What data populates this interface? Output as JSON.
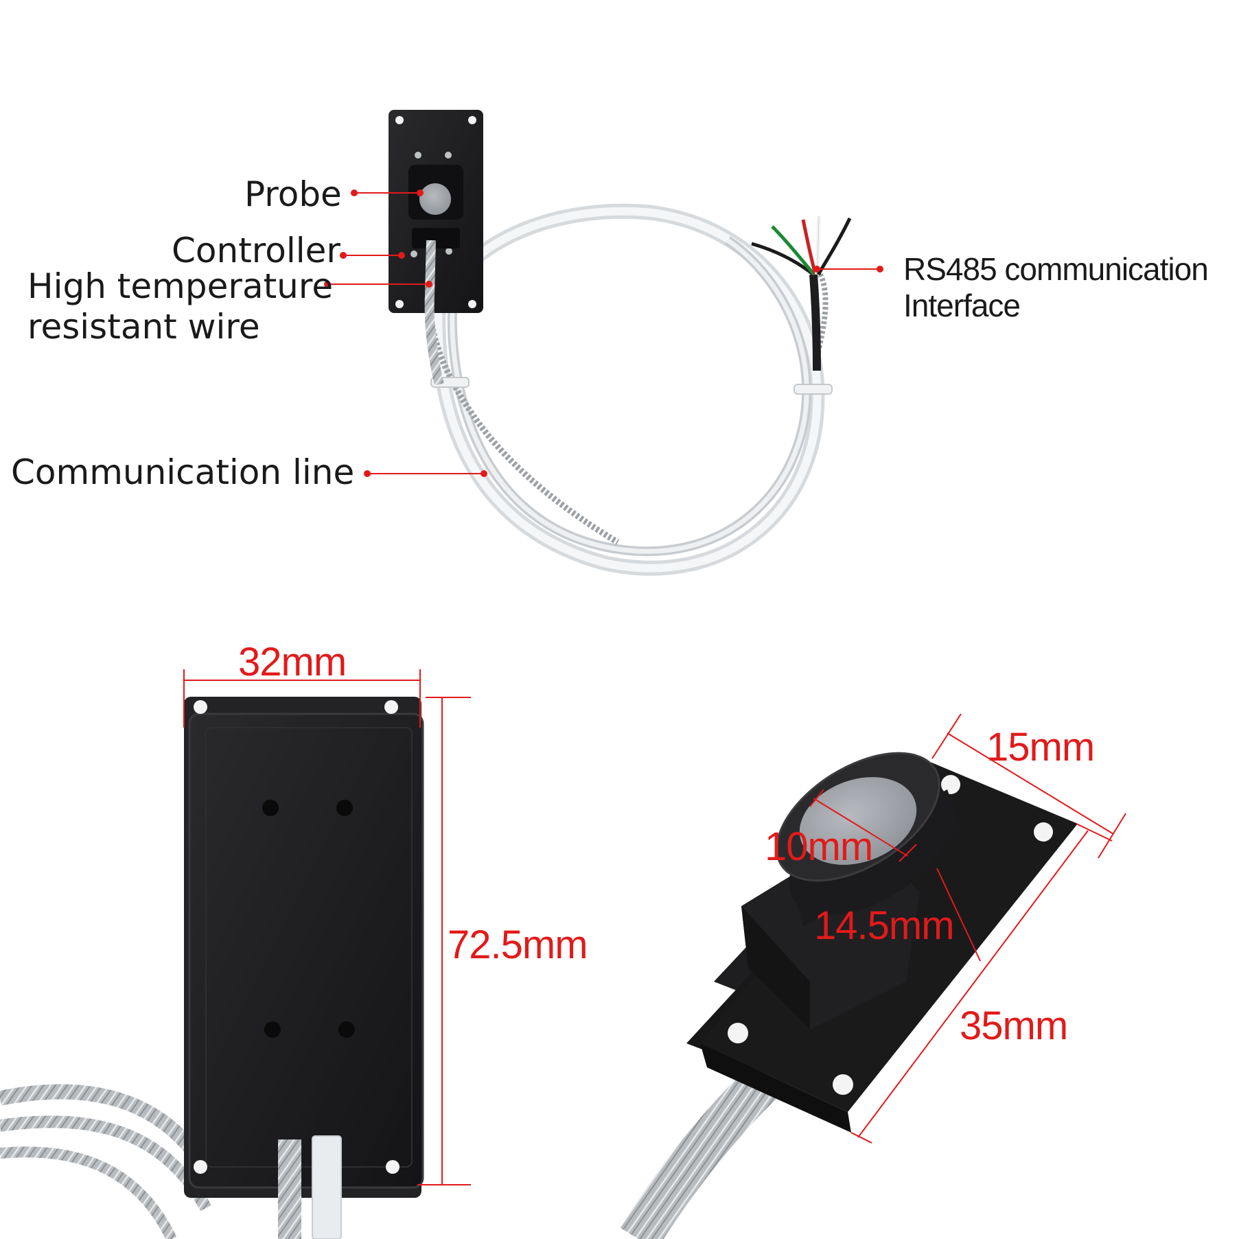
{
  "top_view": {
    "labels": {
      "probe": "Probe",
      "controller": "Controller",
      "wire_line1": "High temperature",
      "wire_line2": "resistant wire",
      "communication_line": "Communication line",
      "rs485_line1": "RS485 communication",
      "rs485_line2": "Interface"
    }
  },
  "dimensions": {
    "width": "32mm",
    "length": "72.5mm",
    "flange_width": "15mm",
    "lens": "10mm",
    "probe_height": "14.5mm",
    "flange_length": "35mm"
  },
  "colors": {
    "annotation": "#e21a1a",
    "device_body": "#1c1c1e",
    "cable": "#e9ecee",
    "lens": "#9ea1a6"
  }
}
